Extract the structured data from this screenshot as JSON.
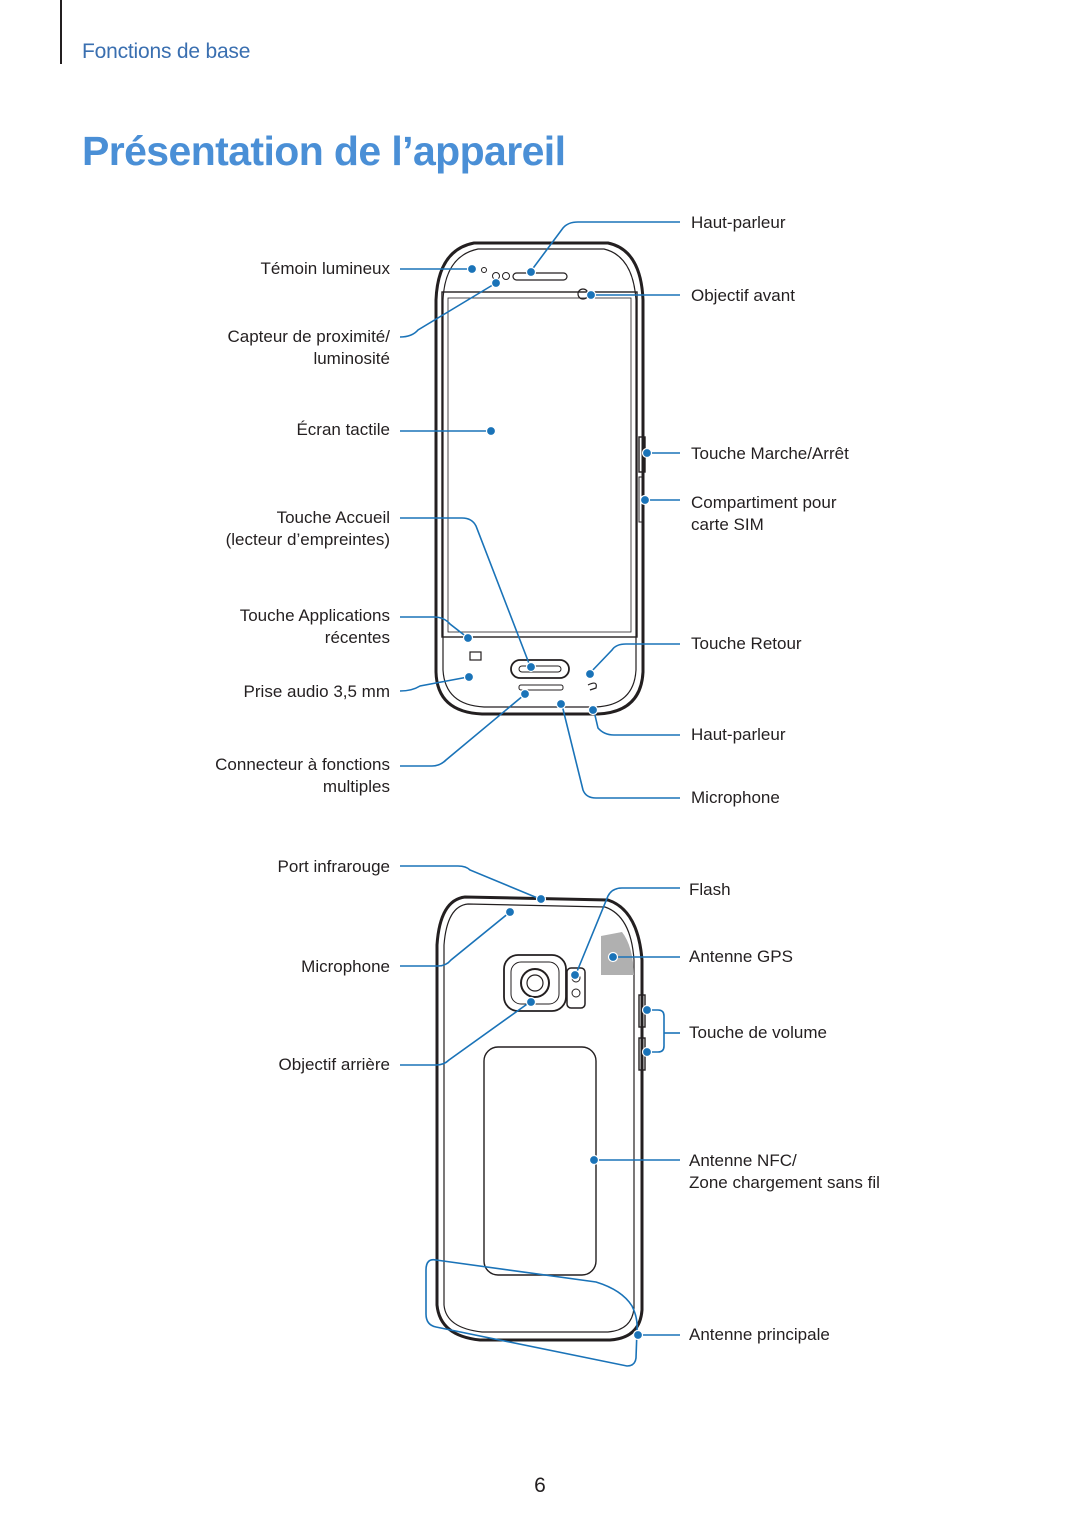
{
  "header": {
    "section": "Fonctions de base"
  },
  "title": "Présentation de l’appareil",
  "front_labels": {
    "temoin": "Témoin lumineux",
    "capteur_l1": "Capteur de proximité/",
    "capteur_l2": "luminosité",
    "ecran": "Écran tactile",
    "accueil_l1": "Touche Accueil",
    "accueil_l2": "(lecteur d’empreintes)",
    "apps_l1": "Touche Applications",
    "apps_l2": "récentes",
    "audio": "Prise audio 3,5 mm",
    "connecteur_l1": "Connecteur à fonctions",
    "connecteur_l2": "multiples",
    "hautparleur_top": "Haut-parleur",
    "objectif_avant": "Objectif avant",
    "marche": "Touche Marche/Arrêt",
    "sim_l1": "Compartiment pour",
    "sim_l2": "carte SIM",
    "retour": "Touche Retour",
    "hautparleur_bottom": "Haut-parleur",
    "microphone": "Microphone"
  },
  "back_labels": {
    "infrarouge": "Port infrarouge",
    "microphone": "Microphone",
    "objectif_arriere": "Objectif arrière",
    "flash": "Flash",
    "gps": "Antenne GPS",
    "volume": "Touche de volume",
    "nfc_l1": "Antenne NFC/",
    "nfc_l2": "Zone chargement sans fil",
    "principale": "Antenne principale"
  },
  "colors": {
    "callout": "#1a73b8",
    "title": "#4a8fd6",
    "section": "#3a6fb0",
    "gps_patch": "#b0b0b0"
  },
  "page_number": "6"
}
